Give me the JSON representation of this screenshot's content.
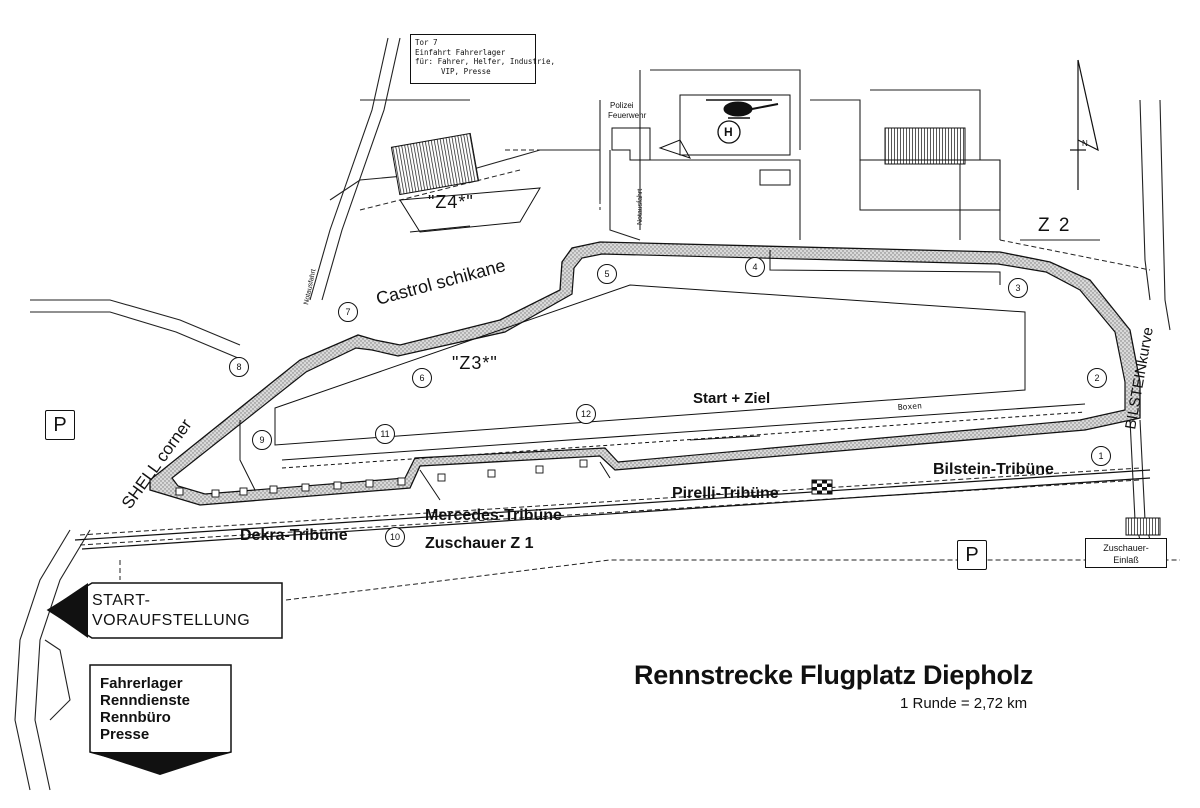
{
  "map": {
    "title": "Rennstrecke Flugplatz Diepholz",
    "subtitle": "1 Runde  =  2,72 km",
    "gate_text": [
      "Tor 7",
      "Einfahrt Fahrerlager",
      "für: Fahrer, Helfer, Industrie,",
      "VIP, Presse"
    ],
    "heliport_labels": [
      "Polizei",
      "Feuerwehr"
    ],
    "heliport_symbol": "H",
    "north_label": "N",
    "zones": {
      "z4": "\"Z4*\"",
      "z3": "\"Z3*\"",
      "z2": "Z 2"
    },
    "corners": {
      "castrol": "Castrol schikane",
      "shell": "SHELL corner",
      "bilstein": "BILSTEINkurve"
    },
    "notausfahrt": "Notausfahrt",
    "start_ziel": "Start + Ziel",
    "boxen": "Boxen",
    "tribunes": {
      "dekra": "Dekra-Tribüne",
      "mercedes": "Mercedes-Tribüne",
      "zuschauer_z1": "Zuschauer Z 1",
      "pirelli": "Pirelli-Tribüne",
      "bilstein": "Bilstein-Tribüne"
    },
    "parking": "P",
    "zuschauer_einlass": [
      "Zuschauer-",
      "Einlaß"
    ],
    "start_sign": [
      "START-",
      "VORAUFSTELLUNG"
    ],
    "paddock_sign": [
      "Fahrerlager",
      "Renndienste",
      "Rennbüro",
      "Presse"
    ],
    "turn_numbers": [
      "1",
      "2",
      "3",
      "4",
      "5",
      "6",
      "7",
      "8",
      "9",
      "10",
      "11",
      "12"
    ],
    "colors": {
      "ink": "#111111",
      "track_fill": "#cfcfcf",
      "paper": "#ffffff"
    }
  }
}
